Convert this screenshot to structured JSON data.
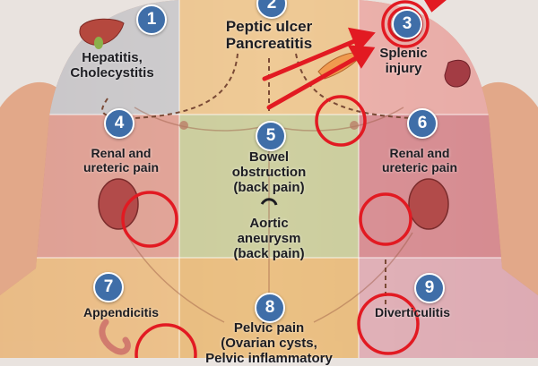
{
  "colors": {
    "background": "#e9e3df",
    "skin": "#e2a889",
    "skin_shadow": "#c7826a",
    "zone_liver": "#c9d9e3",
    "zone_epigastric": "#f3d49a",
    "zone_splenic": "#f0b6b8",
    "zone_flank_right": "#e4a8a0",
    "zone_umbilical": "#c9dca8",
    "zone_flank_left": "#d98e9c",
    "zone_rlq": "#f2cc8f",
    "zone_suprapubic": "#eec883",
    "zone_llq": "#e3b7c8",
    "badge": "#3f6ea8",
    "annotation_red": "#e21a22",
    "dashed_arrow": "#7a4a36"
  },
  "regions": [
    {
      "number": "1",
      "lines": [
        "Hepatitis,",
        "Cholecystitis"
      ],
      "organ": "liver-gallbladder-icon"
    },
    {
      "number": "2",
      "lines": [
        "Peptic ulcer",
        "Pancreatitis"
      ],
      "organ": "pancreas-icon"
    },
    {
      "number": "3",
      "lines": [
        "Splenic",
        "injury"
      ],
      "organ": "spleen-icon"
    },
    {
      "number": "4",
      "lines": [
        "Renal and",
        "ureteric pain"
      ],
      "organ": "right-kidney-icon"
    },
    {
      "number": "5",
      "lines": [
        "Bowel",
        "obstruction",
        "(back pain)"
      ],
      "organ": ""
    },
    {
      "number": "6",
      "lines": [
        "Renal and",
        "ureteric pain"
      ],
      "organ": "left-kidney-icon"
    },
    {
      "number": "7",
      "lines": [
        "Appendicitis"
      ],
      "organ": "appendix-icon"
    },
    {
      "number": "8",
      "lines": [
        "Pelvic pain",
        "(Ovarian cysts,",
        "Pelvic inflammatory"
      ],
      "organ": ""
    },
    {
      "number": "9",
      "lines": [
        "Diverticulitis"
      ],
      "organ": ""
    }
  ],
  "extra_label": {
    "lines": [
      "Aortic",
      "aneurysm",
      "(back pain)"
    ]
  },
  "annotations": {
    "circles": 7,
    "arrows": 2,
    "color": "red"
  }
}
